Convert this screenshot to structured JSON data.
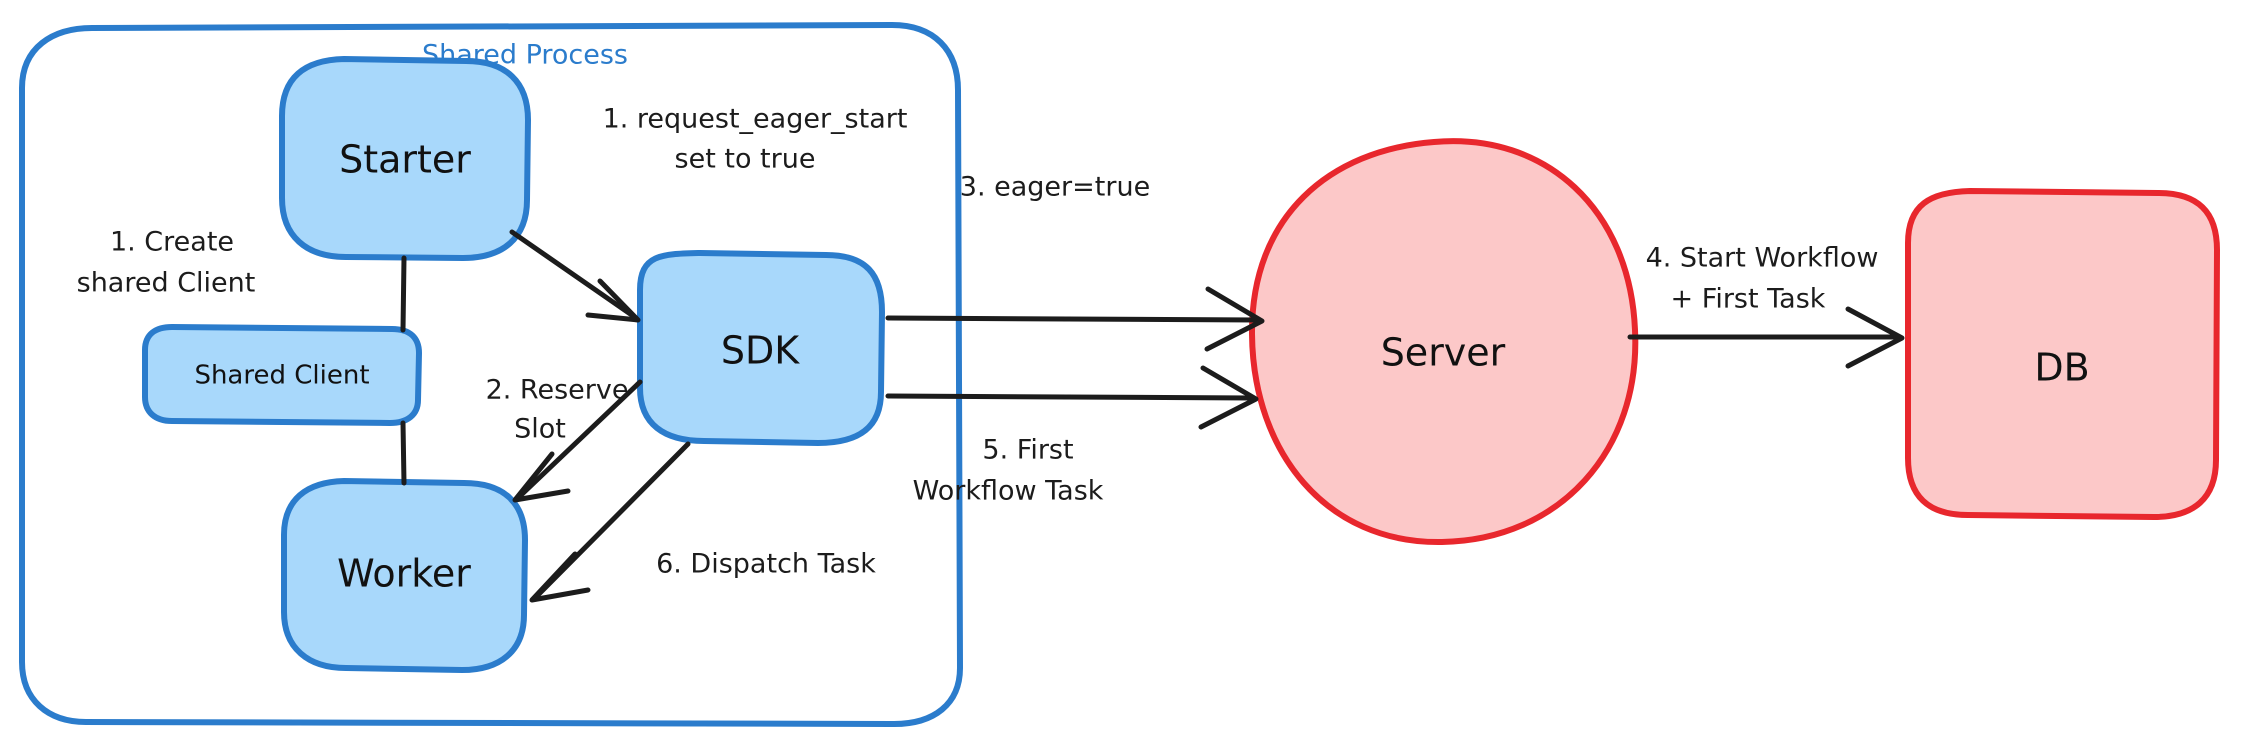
{
  "diagram": {
    "title": "",
    "colors": {
      "blue_fill": "#a8d8fb",
      "blue_stroke": "#2b7ccc",
      "red_fill": "#fcc8c8",
      "red_stroke": "#e8272d",
      "edge": "#1c1c1c",
      "background": "#ffffff"
    },
    "group": {
      "label": "Shared Process"
    },
    "nodes": {
      "starter": {
        "label": "Starter"
      },
      "shared_client": {
        "label": "Shared Client"
      },
      "worker": {
        "label": "Worker"
      },
      "sdk": {
        "label": "SDK"
      },
      "server": {
        "label": "Server"
      },
      "db": {
        "label": "DB"
      }
    },
    "edges": [
      {
        "id": "create-shared-client",
        "label_line1": "1. Create",
        "label_line2": "shared Client",
        "from": "starter",
        "to": "worker"
      },
      {
        "id": "request-eager-start",
        "label_line1": "1. request_eager_start",
        "label_line2": "set to true",
        "from": "starter",
        "to": "sdk"
      },
      {
        "id": "reserve-slot",
        "label_line1": "2. Reserve",
        "label_line2": "Slot",
        "from": "sdk",
        "to": "worker"
      },
      {
        "id": "eager-true",
        "label_line1": "3. eager=true",
        "label_line2": "",
        "from": "sdk",
        "to": "server"
      },
      {
        "id": "start-workflow",
        "label_line1": "4. Start Workflow",
        "label_line2": "+ First Task",
        "from": "server",
        "to": "db"
      },
      {
        "id": "first-workflow-task",
        "label_line1": "5. First",
        "label_line2": "Workflow Task",
        "from": "sdk",
        "to": "server"
      },
      {
        "id": "dispatch-task",
        "label_line1": "6. Dispatch Task",
        "label_line2": "",
        "from": "sdk",
        "to": "worker"
      }
    ]
  }
}
